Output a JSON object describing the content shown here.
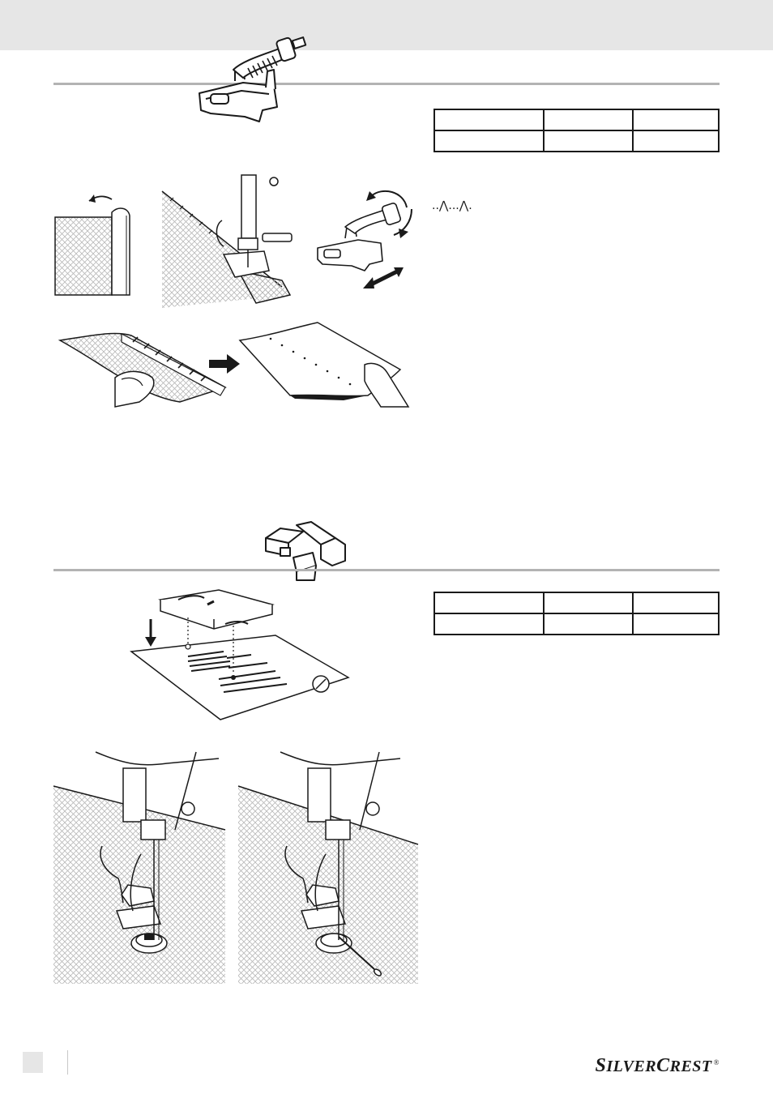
{
  "brand": {
    "s": "S",
    "ilver": "ILVER",
    "c": "C",
    "rest": "REST",
    "mark": "®"
  },
  "stitch_symbol": "..⋀...⋀.",
  "tables": [
    {
      "rows": [
        [
          "",
          "",
          ""
        ],
        [
          "",
          "",
          ""
        ]
      ]
    },
    {
      "rows": [
        [
          "",
          "",
          ""
        ],
        [
          "",
          "",
          ""
        ]
      ]
    }
  ],
  "icons": {
    "blind_hem_foot": "blind-hem-presser-foot-icon",
    "buttonhole_foot": "buttonhole-presser-foot-icon"
  },
  "colors": {
    "header_band": "#e6e6e6",
    "rule": "#b3b3b3",
    "ink": "#1a1a1a"
  }
}
